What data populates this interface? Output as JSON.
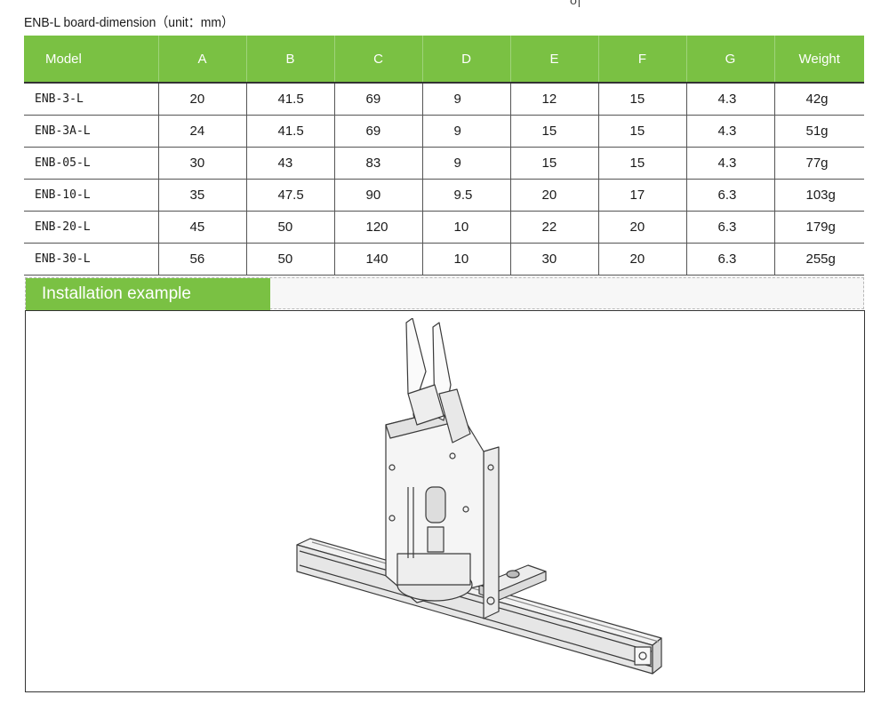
{
  "document": {
    "title": "ENB-L board-dimension（unit：mm）",
    "stray_mark": "σ|"
  },
  "table": {
    "headers": [
      "Model",
      "A",
      "B",
      "C",
      "D",
      "E",
      "F",
      "G",
      "Weight"
    ],
    "rows": [
      [
        "ENB-3-L",
        "20",
        "41.5",
        "69",
        "9",
        "12",
        "15",
        "4.3",
        "42g"
      ],
      [
        "ENB-3A-L",
        "24",
        "41.5",
        "69",
        "9",
        "15",
        "15",
        "4.3",
        "51g"
      ],
      [
        "ENB-05-L",
        "30",
        "43",
        "83",
        "9",
        "15",
        "15",
        "4.3",
        "77g"
      ],
      [
        "ENB-10-L",
        "35",
        "47.5",
        "90",
        "9.5",
        "20",
        "17",
        "6.3",
        "103g"
      ],
      [
        "ENB-20-L",
        "45",
        "50",
        "120",
        "10",
        "22",
        "20",
        "6.3",
        "179g"
      ],
      [
        "ENB-30-L",
        "56",
        "50",
        "140",
        "10",
        "30",
        "20",
        "6.3",
        "255g"
      ]
    ]
  },
  "installation": {
    "heading": "Installation example",
    "illustration": "pneumatic-nipper-on-aluminum-rail"
  },
  "colors": {
    "accent_green": "#7ac143",
    "rule_dark": "#555555"
  }
}
